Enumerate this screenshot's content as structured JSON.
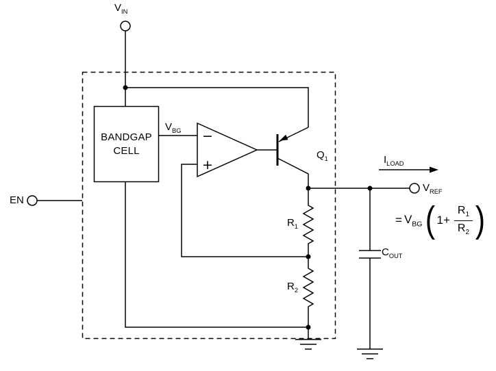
{
  "diagram": {
    "labels": {
      "vin_main": "V",
      "vin_sub": "IN",
      "en": "EN",
      "bandgap_line1": "BANDGAP",
      "bandgap_line2": "CELL",
      "vbg_main": "V",
      "vbg_sub": "BG",
      "q1_main": "Q",
      "q1_sub": "1",
      "r1_main": "R",
      "r1_sub": "1",
      "r2_main": "R",
      "r2_sub": "2",
      "cout_main": "C",
      "cout_sub": "OUT",
      "iload_main": "I",
      "iload_sub": "LOAD",
      "vref_main": "V",
      "vref_sub": "REF"
    },
    "opamp": {
      "inverting": "−",
      "noninverting": "+"
    },
    "equation": {
      "equals": "=",
      "v_main": "V",
      "v_sub": "BG",
      "open_paren": "(",
      "one_plus": "1+",
      "num_main": "R",
      "num_sub": "1",
      "den_main": "R",
      "den_sub": "2",
      "close_paren": ")"
    },
    "colors": {
      "line": "#000000",
      "background": "#ffffff"
    }
  }
}
